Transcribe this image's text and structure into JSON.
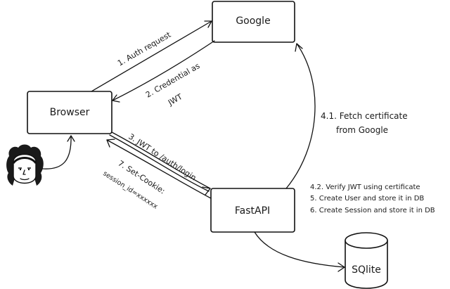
{
  "nodes": {
    "google": "Google",
    "browser": "Browser",
    "fastapi": "FastAPI",
    "sqlite": "SQlite"
  },
  "edges": {
    "auth_request": "1. Auth request",
    "credential_line1": "2. Credential as",
    "credential_line2": "JWT",
    "jwt_login": "3. JWT to /auth/login",
    "set_cookie_line1": "7. Set-Cookie:",
    "set_cookie_line2": "session_id=xxxxxx"
  },
  "notes": {
    "fetch_line1": "4.1.  Fetch certificate",
    "fetch_line2": "from Google",
    "verify": "4.2. Verify JWT using certificate",
    "create_user": "5. Create User and store it in DB",
    "create_session": "6. Create Session  and store it in DB"
  },
  "icons": {
    "user": "user-face-icon",
    "database": "database-cylinder-icon"
  }
}
